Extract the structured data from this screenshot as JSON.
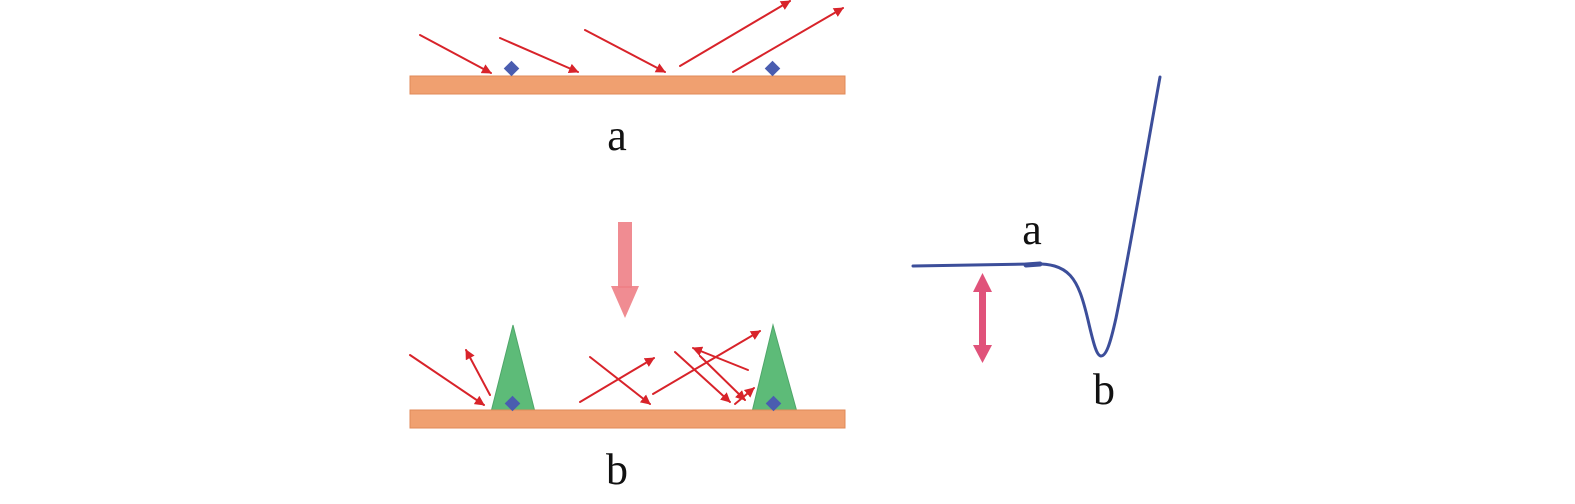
{
  "labels": {
    "panel_top": "a",
    "panel_bottom": "b",
    "curve_point_a": "a",
    "curve_point_b": "b"
  },
  "colors": {
    "substrate": "#F0A070",
    "substrate_edge": "#E08A58",
    "ray": "#D8232A",
    "site": "#4A5DB0",
    "cone": "#5DBB78",
    "cone_edge": "#4FA66A",
    "transition_arrow": "#EE7F86",
    "curve": "#3C4E9A",
    "double_arrow": "#E0527A"
  },
  "icons": {
    "transition": "down-arrow-icon",
    "magnitude": "double-headed-arrow-icon"
  }
}
